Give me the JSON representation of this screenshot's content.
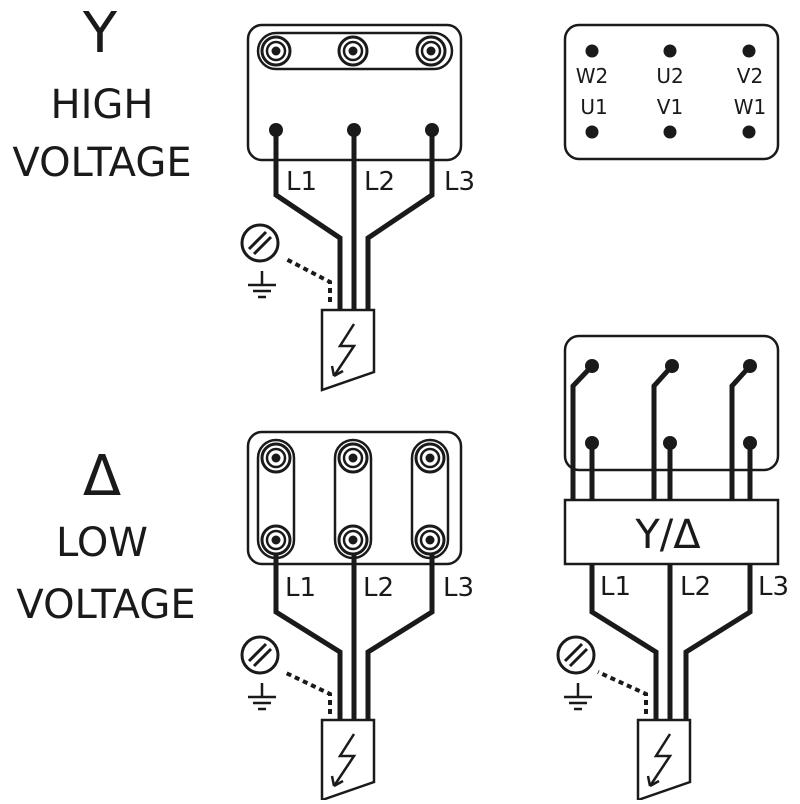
{
  "star": {
    "symbol": "Y",
    "line1": "HIGH",
    "line2": "VOLTAGE"
  },
  "delta": {
    "symbol": "Δ",
    "line1": "LOW",
    "line2": "VOLTAGE"
  },
  "lines": {
    "l1": "L1",
    "l2": "L2",
    "l3": "L3"
  },
  "terminal_labels": {
    "w2": "W2",
    "u2": "U2",
    "v2": "V2",
    "u1": "U1",
    "v1": "V1",
    "w1": "W1"
  },
  "switch_label": "Y/Δ",
  "icons": [
    "earth-screw-icon",
    "ground-symbol-icon",
    "power-supply-cable-icon"
  ]
}
